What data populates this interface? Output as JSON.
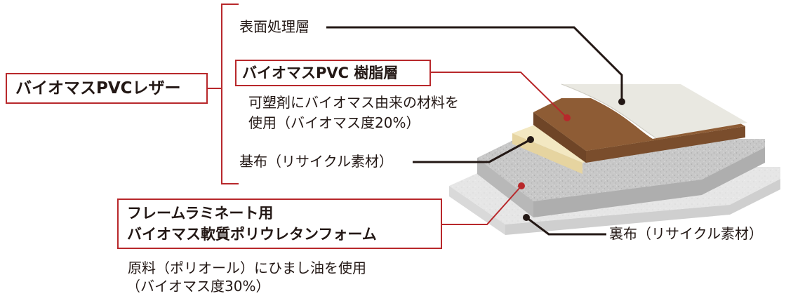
{
  "colors": {
    "accent_red": "#b8282b",
    "leader_black": "#231815",
    "surface_film": "#e8e7e0",
    "pvc_layer": "#8a5a34",
    "base_fabric": "#f0e3b8",
    "foam_layer": "#c9c9c9",
    "backing_fabric": "#e4e4e4"
  },
  "labels": {
    "product": "バイオマスPVCレザー",
    "surface": "表面処理層",
    "pvc_title": "バイオマスPVC 樹脂層",
    "pvc_desc_line1": "可塑剤にバイオマス由来の材料を",
    "pvc_desc_line2": "使用（バイオマス度20%）",
    "base_fabric": "基布（リサイクル素材）",
    "foam_title_line1": "フレームラミネート用",
    "foam_title_line2": "バイオマス軟質ポリウレタンフォーム",
    "foam_desc_line1": "原料（ポリオール）にひまし油を使用",
    "foam_desc_line2": "（バイオマス度30%）",
    "backing": "裏布（リサイクル素材）"
  }
}
